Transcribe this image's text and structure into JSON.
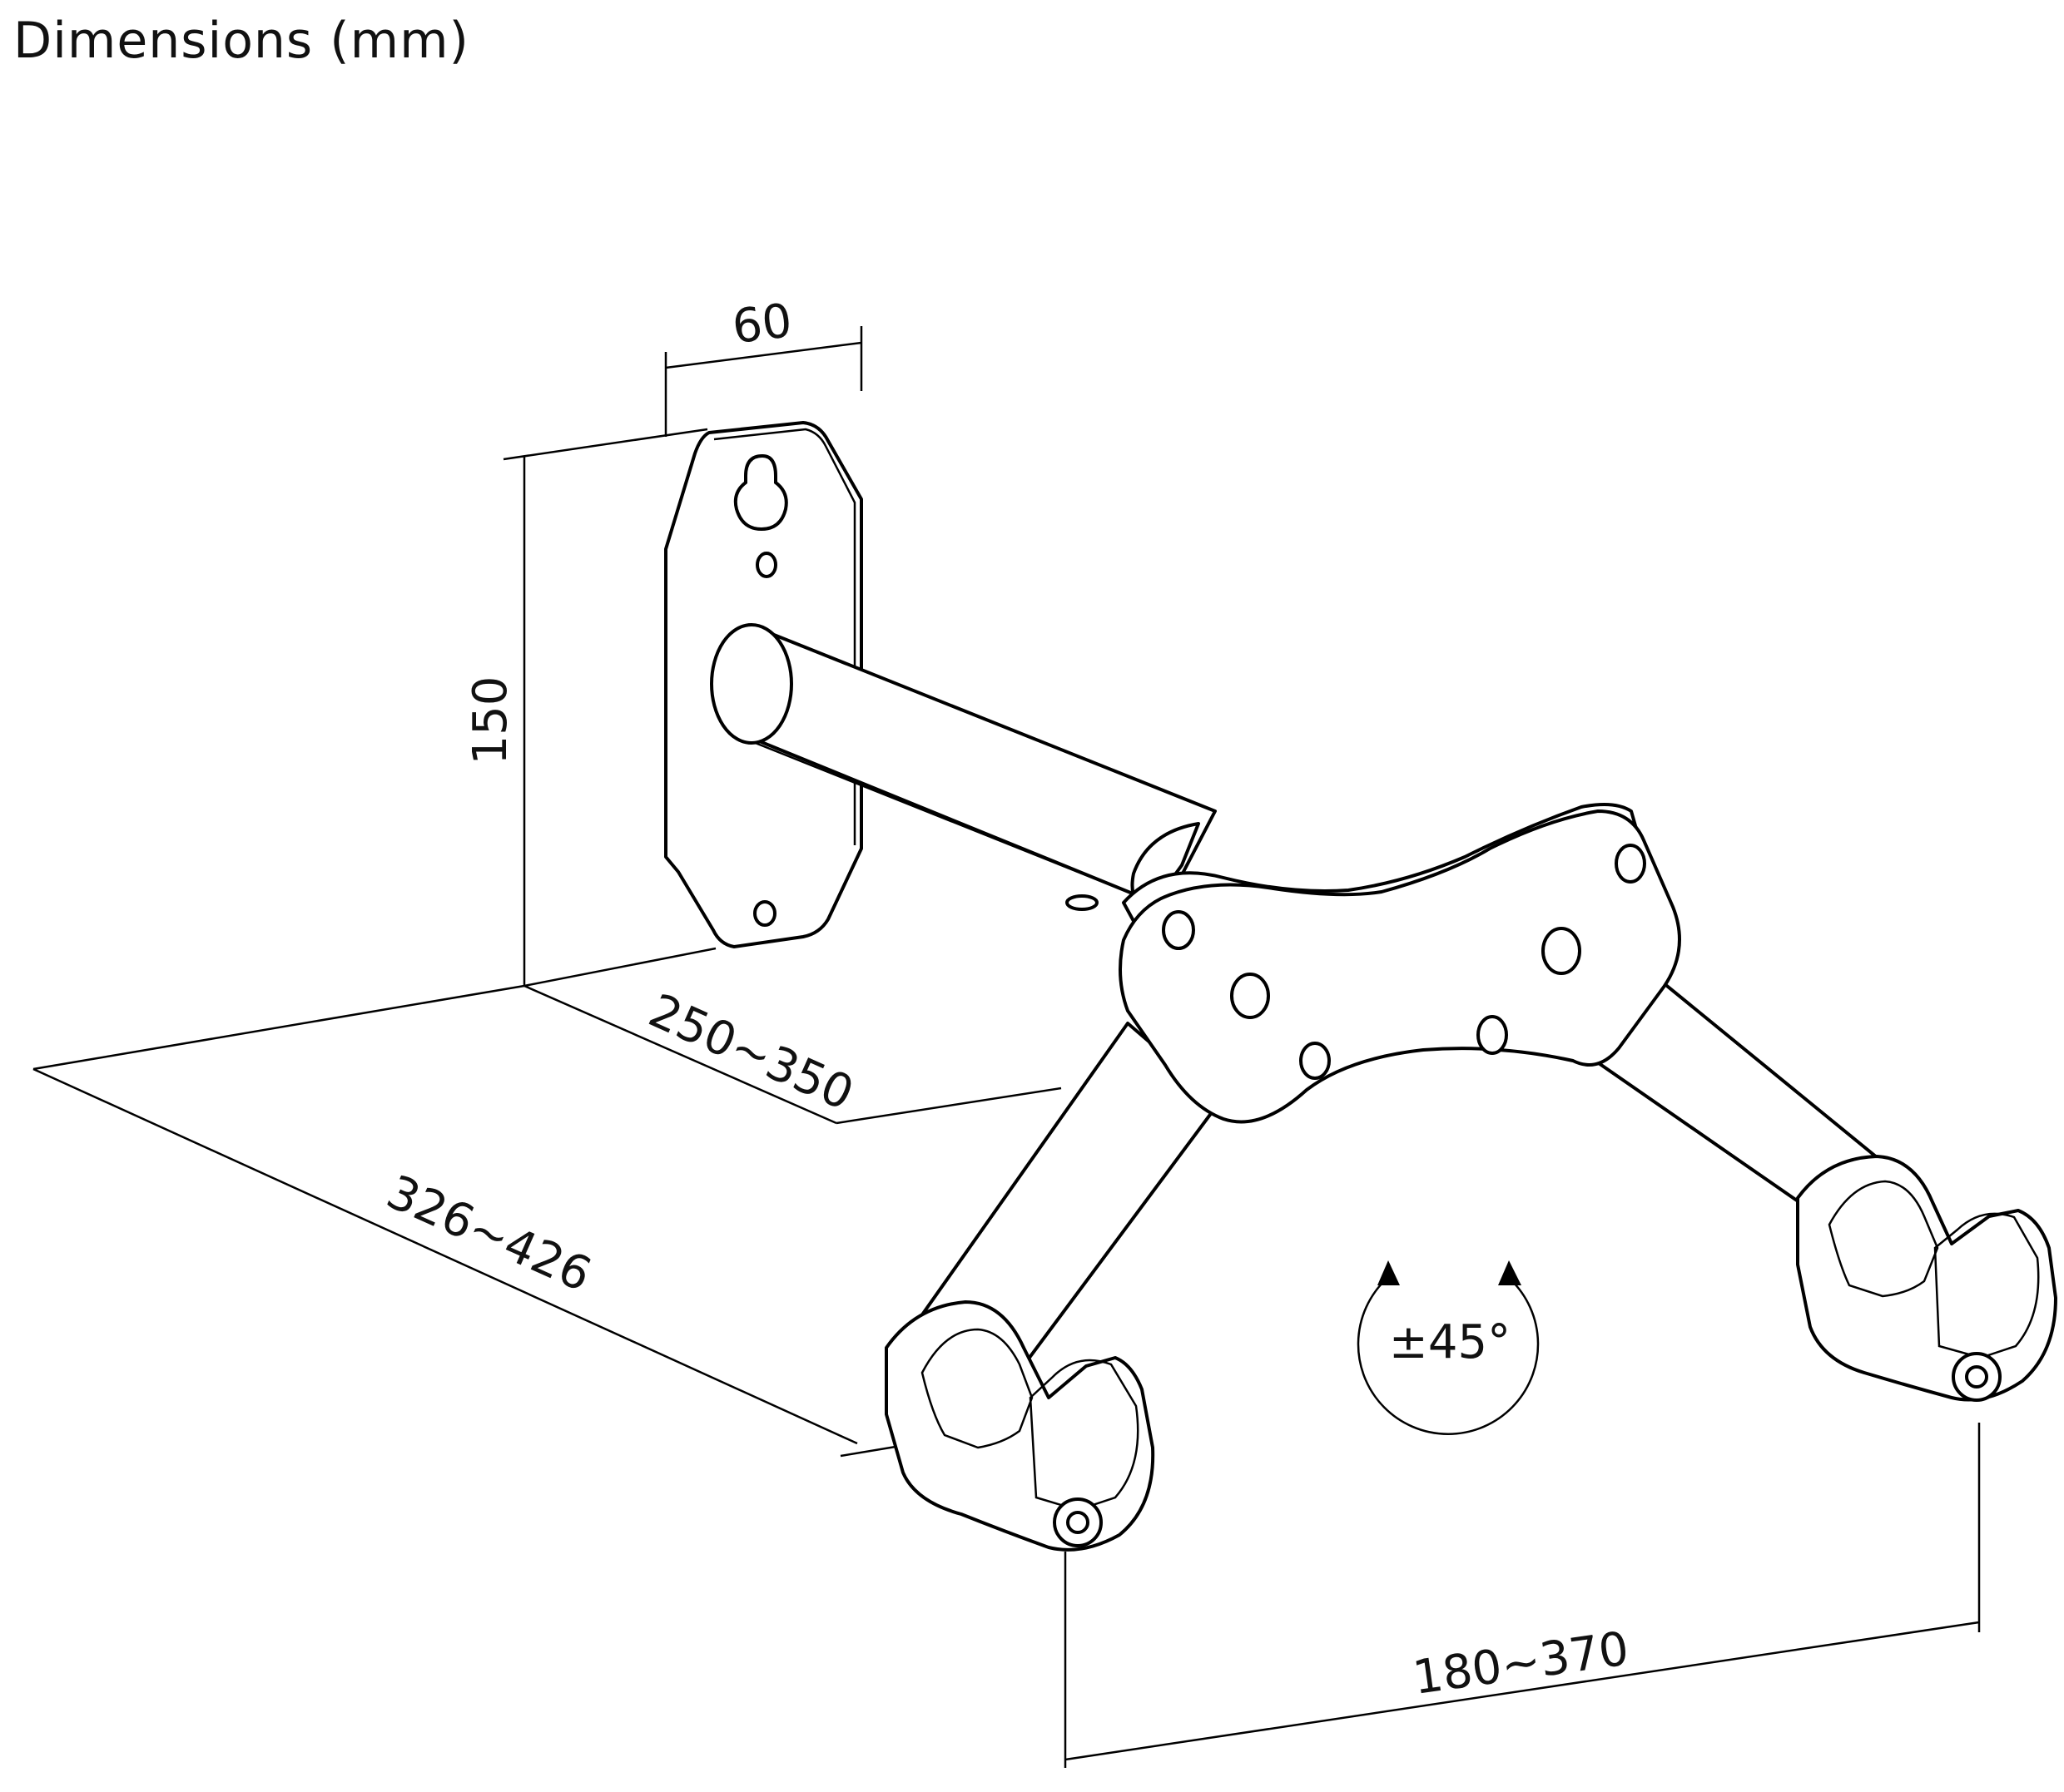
{
  "title": "Dimensions (mm)",
  "dimensions": {
    "plate_width": "60",
    "plate_height": "150",
    "arm_reach": "250~350",
    "total_depth": "326~426",
    "cradle_spacing": "180~370",
    "rotation": "±45°"
  }
}
